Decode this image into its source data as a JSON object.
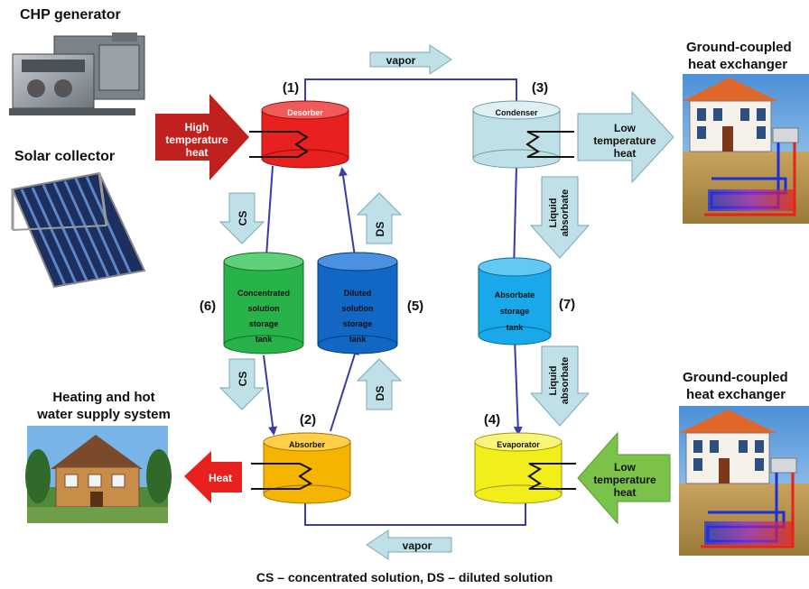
{
  "sources": {
    "chp_label": "CHP generator",
    "solar_label": "Solar collector"
  },
  "ground_top": {
    "label_line1": "Ground-coupled",
    "label_line2": "heat exchanger"
  },
  "ground_bottom": {
    "label_line1": "Ground-coupled",
    "label_line2": "heat exchanger"
  },
  "house_label": {
    "line1": "Heating and hot",
    "line2": "water supply system"
  },
  "components": {
    "desorber": {
      "label": "Desorber",
      "number": "(1)",
      "color": "#e8201e"
    },
    "condenser": {
      "label": "Condenser",
      "number": "(3)",
      "color": "#bfe0e6"
    },
    "absorber": {
      "label": "Absorber",
      "number": "(2)",
      "color": "#f5b400"
    },
    "evaporator": {
      "label": "Evaporator",
      "number": "(4)",
      "color": "#f2ee1a"
    },
    "cs_tank": {
      "lines": [
        "Concentrated",
        "solution",
        "storage",
        "tank"
      ],
      "number": "(6)",
      "color": "#27b24a"
    },
    "ds_tank": {
      "lines": [
        "Diluted",
        "solution",
        "storage",
        "tank"
      ],
      "number": "(5)",
      "color": "#1266c4"
    },
    "abs_tank": {
      "lines": [
        "Absorbate",
        "storage",
        "tank"
      ],
      "number": "(7)",
      "color": "#19a9ea"
    }
  },
  "arrows": {
    "high_temp": [
      "High",
      "temperature",
      "heat"
    ],
    "low_temp_top": [
      "Low",
      "temperature",
      "heat"
    ],
    "low_temp_bottom": [
      "Low",
      "temperature",
      "heat"
    ],
    "heat": "Heat",
    "vapor_top": "vapor",
    "vapor_bottom": "vapor",
    "cs_top": "CS",
    "cs_bottom": "CS",
    "ds_top": "DS",
    "ds_bottom": "DS",
    "liquid_top": [
      "Liquid",
      "absorbate"
    ],
    "liquid_bottom": [
      "Liquid",
      "absorbate"
    ]
  },
  "footer": "CS – concentrated solution, DS – diluted solution"
}
